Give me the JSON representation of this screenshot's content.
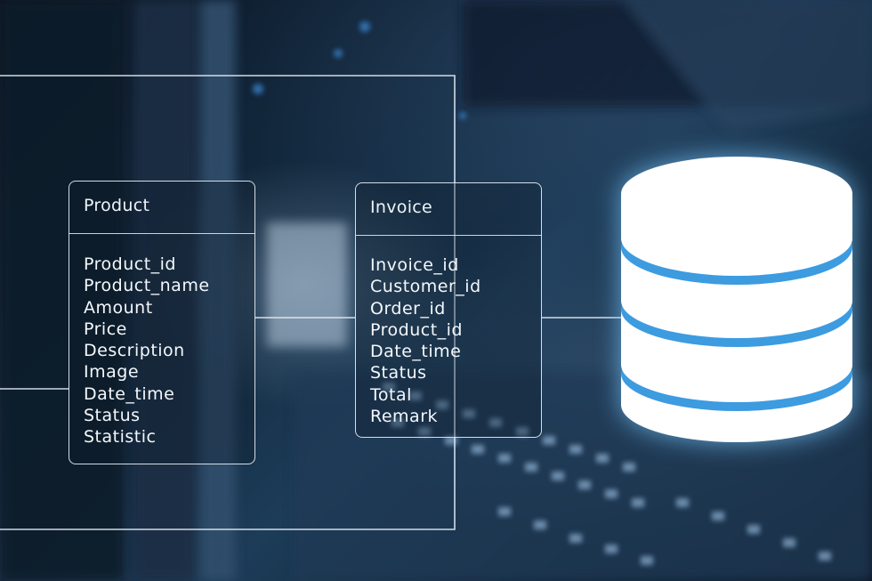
{
  "diagram": {
    "tables": [
      {
        "title": "Product",
        "fields": [
          "Product_id",
          "Product_name",
          "Amount",
          "Price",
          "Description",
          "Image",
          "Date_time",
          "Status",
          "Statistic"
        ]
      },
      {
        "title": "Invoice",
        "fields": [
          "Invoice_id",
          "Customer_id",
          "Order_id",
          "Product_id",
          "Date_time",
          "Status",
          "Total",
          "Remark"
        ]
      }
    ],
    "icons": [
      "database-icon"
    ],
    "colors": {
      "line": "#e6eef7",
      "icon_fill": "#ffffff",
      "icon_band": "#3d9be0",
      "glow": "#7cc8ff"
    }
  }
}
